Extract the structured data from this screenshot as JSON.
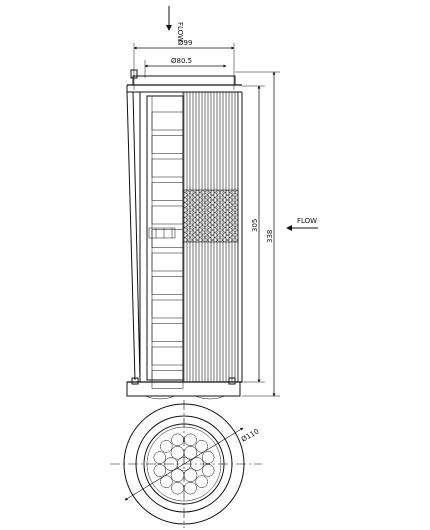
{
  "drawing": {
    "labels": {
      "flow_top": "FLOW",
      "flow_side": "FLOW"
    },
    "dimensions": {
      "outer_diameter": "Ø99",
      "inner_diameter": "Ø80.5",
      "element_length": "305",
      "overall_length": "338",
      "bottom_diameter": "Ø110"
    }
  }
}
